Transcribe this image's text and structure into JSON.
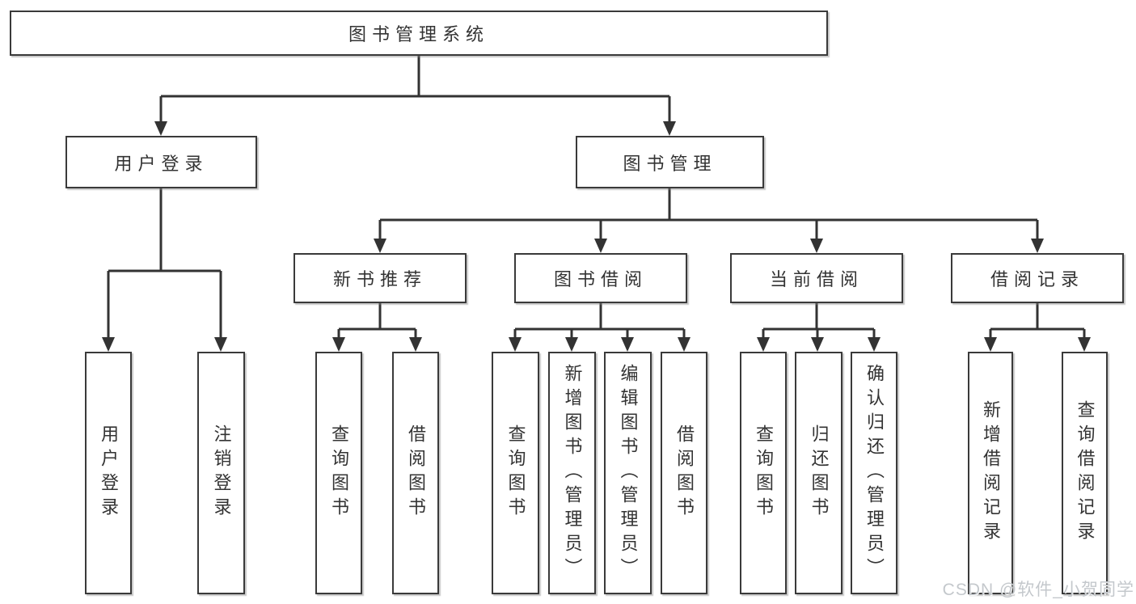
{
  "diagram_title": "图书管理系统",
  "nodes": {
    "root": {
      "label": "图书管理系统"
    },
    "user_login": {
      "label": "用户登录"
    },
    "book_management": {
      "label": "图书管理"
    },
    "new_book_recommend": {
      "label": "新书推荐"
    },
    "book_borrowing": {
      "label": "图书借阅"
    },
    "current_borrowing": {
      "label": "当前借阅"
    },
    "borrowing_records": {
      "label": "借阅记录"
    },
    "leaf_user_login": {
      "label": "用户登录"
    },
    "leaf_logout": {
      "label": "注销登录"
    },
    "leaf_query_book_recommend": {
      "label": "查询图书"
    },
    "leaf_borrow_book_recommend": {
      "label": "借阅图书"
    },
    "leaf_query_book_borrowing": {
      "label": "查询图书"
    },
    "leaf_add_book_admin": {
      "label": "新增图书（管理员）"
    },
    "leaf_edit_book_admin": {
      "label": "编辑图书（管理员）"
    },
    "leaf_borrow_book_borrowing": {
      "label": "借阅图书"
    },
    "leaf_query_book_current": {
      "label": "查询图书"
    },
    "leaf_return_book": {
      "label": "归还图书"
    },
    "leaf_confirm_return_admin": {
      "label": "确认归还（管理员）"
    },
    "leaf_add_borrow_record": {
      "label": "新增借阅记录"
    },
    "leaf_query_borrow_record": {
      "label": "查询借阅记录"
    }
  },
  "hierarchy": {
    "root": "图书管理系统",
    "children": [
      {
        "label": "用户登录",
        "children": [
          "用户登录",
          "注销登录"
        ]
      },
      {
        "label": "图书管理",
        "children": [
          {
            "label": "新书推荐",
            "children": [
              "查询图书",
              "借阅图书"
            ]
          },
          {
            "label": "图书借阅",
            "children": [
              "查询图书",
              "新增图书（管理员）",
              "编辑图书（管理员）",
              "借阅图书"
            ]
          },
          {
            "label": "当前借阅",
            "children": [
              "查询图书",
              "归还图书",
              "确认归还（管理员）"
            ]
          },
          {
            "label": "借阅记录",
            "children": [
              "新增借阅记录",
              "查询借阅记录"
            ]
          }
        ]
      }
    ]
  },
  "watermark": {
    "text": "CSDN @软件_小贺同学"
  },
  "colors": {
    "line": "#333333",
    "box_border": "#3a3a3a",
    "text": "#333333",
    "background": "#ffffff",
    "watermark": "#c4c8cc"
  }
}
